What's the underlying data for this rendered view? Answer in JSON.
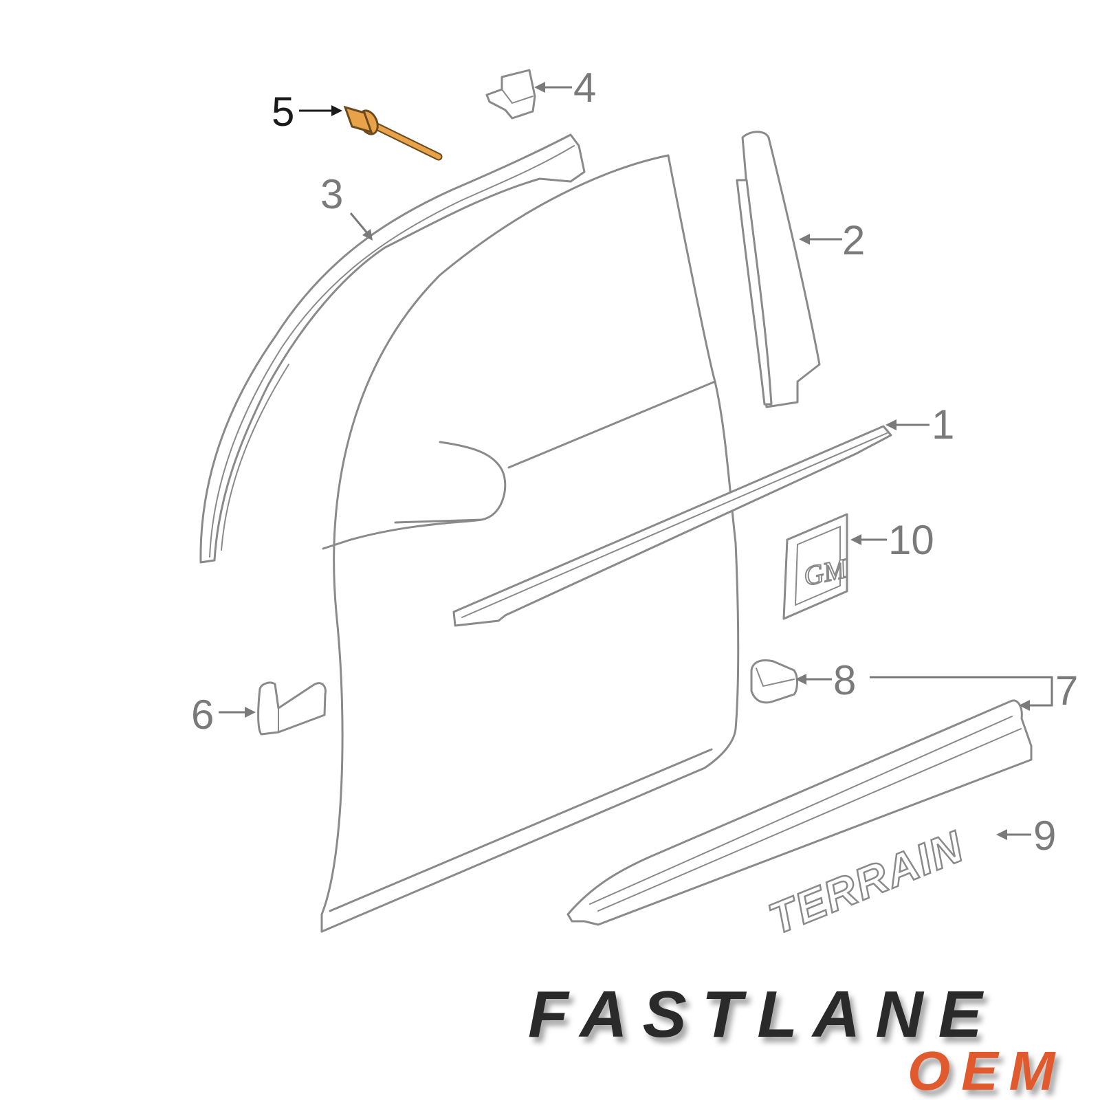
{
  "callouts": {
    "c1": "1",
    "c2": "2",
    "c3": "3",
    "c4": "4",
    "c5": "5",
    "c6": "6",
    "c7": "7",
    "c8": "8",
    "c9": "9",
    "c10": "10"
  },
  "emblems": {
    "gm": "GM",
    "terrain": "TERRAIN"
  },
  "brand": {
    "name": "FASTLANE",
    "sub": "OEM",
    "name_color": "#2b2b2b",
    "sub_color": "#e05a2f"
  },
  "colors": {
    "highlight_part": "#e8a24a",
    "line_art": "#8a8a8a"
  }
}
